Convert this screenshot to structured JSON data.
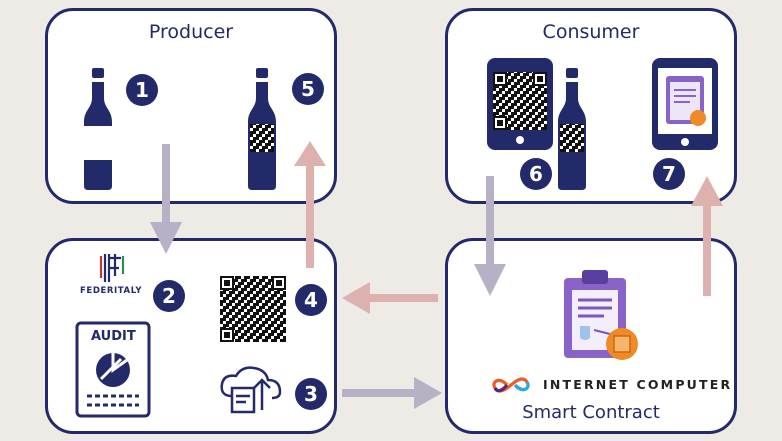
{
  "colors": {
    "navy": "#232a6a",
    "arrow_gray": "#b8b0c4",
    "arrow_pink": "#dcb1ae",
    "background": "#eeebe7",
    "clipboard_purple": "#8a63c9",
    "token_orange": "#f08a24"
  },
  "panels": {
    "producer_title": "Producer",
    "consumer_title": "Consumer",
    "contract_caption": "Smart Contract"
  },
  "brands": {
    "federitaly": "FEDERITALY",
    "internet_computer": "INTERNET COMPUTER",
    "audit": "AUDIT"
  },
  "steps": [
    "1",
    "2",
    "3",
    "4",
    "5",
    "6",
    "7"
  ],
  "icons": [
    "wine-bottle-icon",
    "qr-code-icon",
    "phone-icon",
    "clipboard-icon",
    "cloud-upload-icon",
    "audit-document-icon",
    "infinity-logo-icon",
    "federitaly-logo-icon",
    "arrow-icon"
  ]
}
